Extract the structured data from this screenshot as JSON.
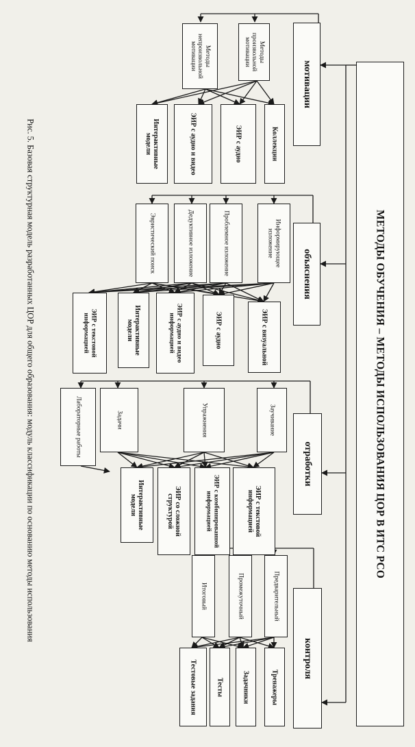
{
  "title": "МЕТОДЫ ОБУЧЕНИЯ – МЕТОДЫ ИСПОЛЬЗОВАНИЯ ЦОР В ИТС РСО",
  "caption": "Рис. 5. Базовая структурная модель разработанных ЦОР для общего образования: модуль классификации по основанию методы использования",
  "categories": {
    "motivation": "мотивации",
    "explanation": "объяснения",
    "practice": "отработки",
    "control": "контроля"
  },
  "motivation": {
    "methods": [
      "Методы произвольной мотивации",
      "Методы непроизвольной мотивации"
    ],
    "resources": [
      "Коллекции",
      "ЭИР с аудио",
      "ЭИР с аудио и видео",
      "Интерактивные модели"
    ]
  },
  "explanation": {
    "methods": [
      "Информирующее изложение",
      "Проблемное изложение",
      "Дедуктивное изложение",
      "Эвристический поиск"
    ],
    "resources": [
      "ЭИР с визуальной",
      "ЭИР с аудио",
      "ЭИР с аудио и видео информацией",
      "Интерактивные модели",
      "ЭИР с текстовой информацией"
    ]
  },
  "practice": {
    "methods": [
      "Заучивание",
      "Упражнения",
      "Задачи",
      "Лабораторные работы"
    ],
    "resources": [
      "ЭИР с текстовой информацией",
      "ЭИР с комбинированной информацией",
      "ЭИР со сложной структурой",
      "Интерактивные модели"
    ]
  },
  "control": {
    "methods": [
      "Предварительный",
      "Промежуточный",
      "Итоговый"
    ],
    "resources": [
      "Тренажеры",
      "Задачники",
      "Тесты",
      "Тестовые задания"
    ]
  }
}
